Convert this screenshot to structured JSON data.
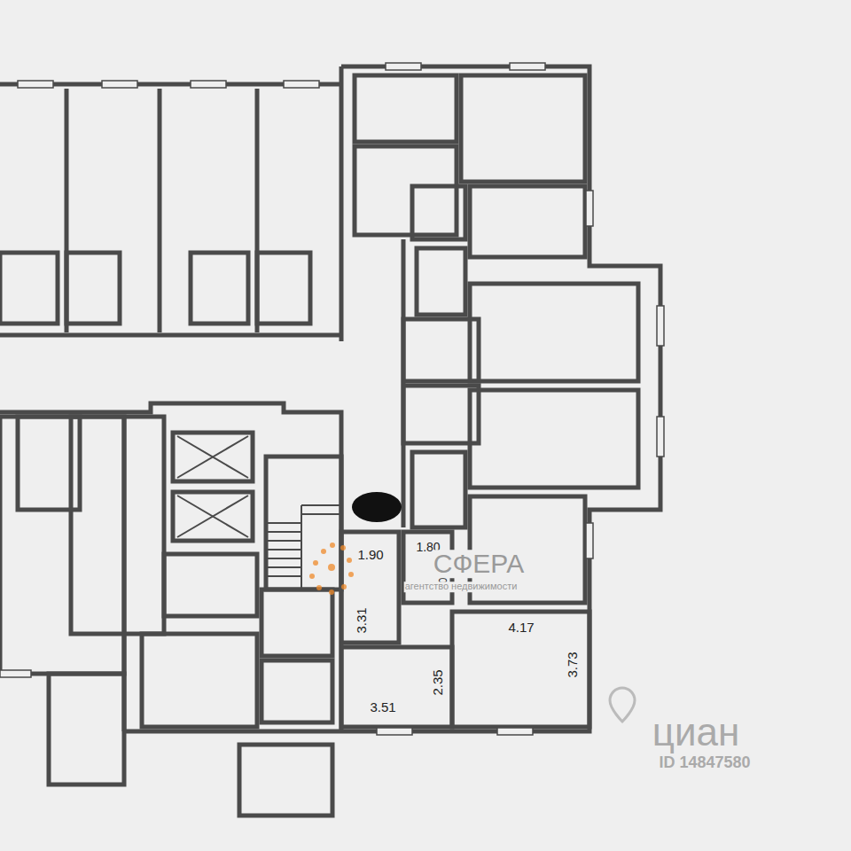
{
  "diagram": {
    "labels": [
      "1.90",
      "1.80",
      "3.31",
      "2.0",
      "4.17",
      "3.73",
      "2.35",
      "3.51",
      "СФЕРА",
      "агентство недвижимости",
      "циан",
      "ID 14847580"
    ]
  }
}
